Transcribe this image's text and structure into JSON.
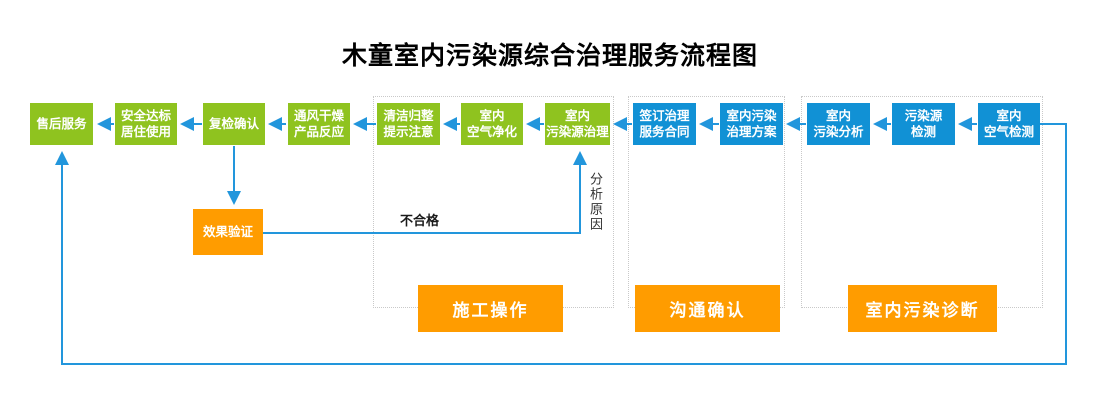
{
  "title": "木童室内污染源综合治理服务流程图",
  "flow": {
    "nodes": [
      {
        "label": "售后服务",
        "color": "green"
      },
      {
        "label": "安全达标\n居住使用",
        "color": "green"
      },
      {
        "label": "复检确认",
        "color": "green"
      },
      {
        "label": "通风干燥\n产品反应",
        "color": "green"
      },
      {
        "label": "清洁归整\n提示注意",
        "color": "green"
      },
      {
        "label": "室内\n空气净化",
        "color": "green"
      },
      {
        "label": "室内\n污染源治理",
        "color": "green"
      },
      {
        "label": "签订治理\n服务合同",
        "color": "blue"
      },
      {
        "label": "室内污染\n治理方案",
        "color": "blue"
      },
      {
        "label": "室内\n污染分析",
        "color": "blue"
      },
      {
        "label": "污染源\n检测",
        "color": "blue"
      },
      {
        "label": "室内\n空气检测",
        "color": "blue"
      }
    ]
  },
  "verify_node": {
    "label": "效果验证"
  },
  "groups": [
    {
      "label": "施工操作"
    },
    {
      "label": "沟通确认"
    },
    {
      "label": "室内污染诊断"
    }
  ],
  "edge_labels": {
    "fail": "不合格",
    "analyze": "分析原因"
  },
  "colors": {
    "green": "#8FC31F",
    "blue": "#1191D5",
    "orange": "#FF9C00",
    "arrow": "#2296DC"
  }
}
